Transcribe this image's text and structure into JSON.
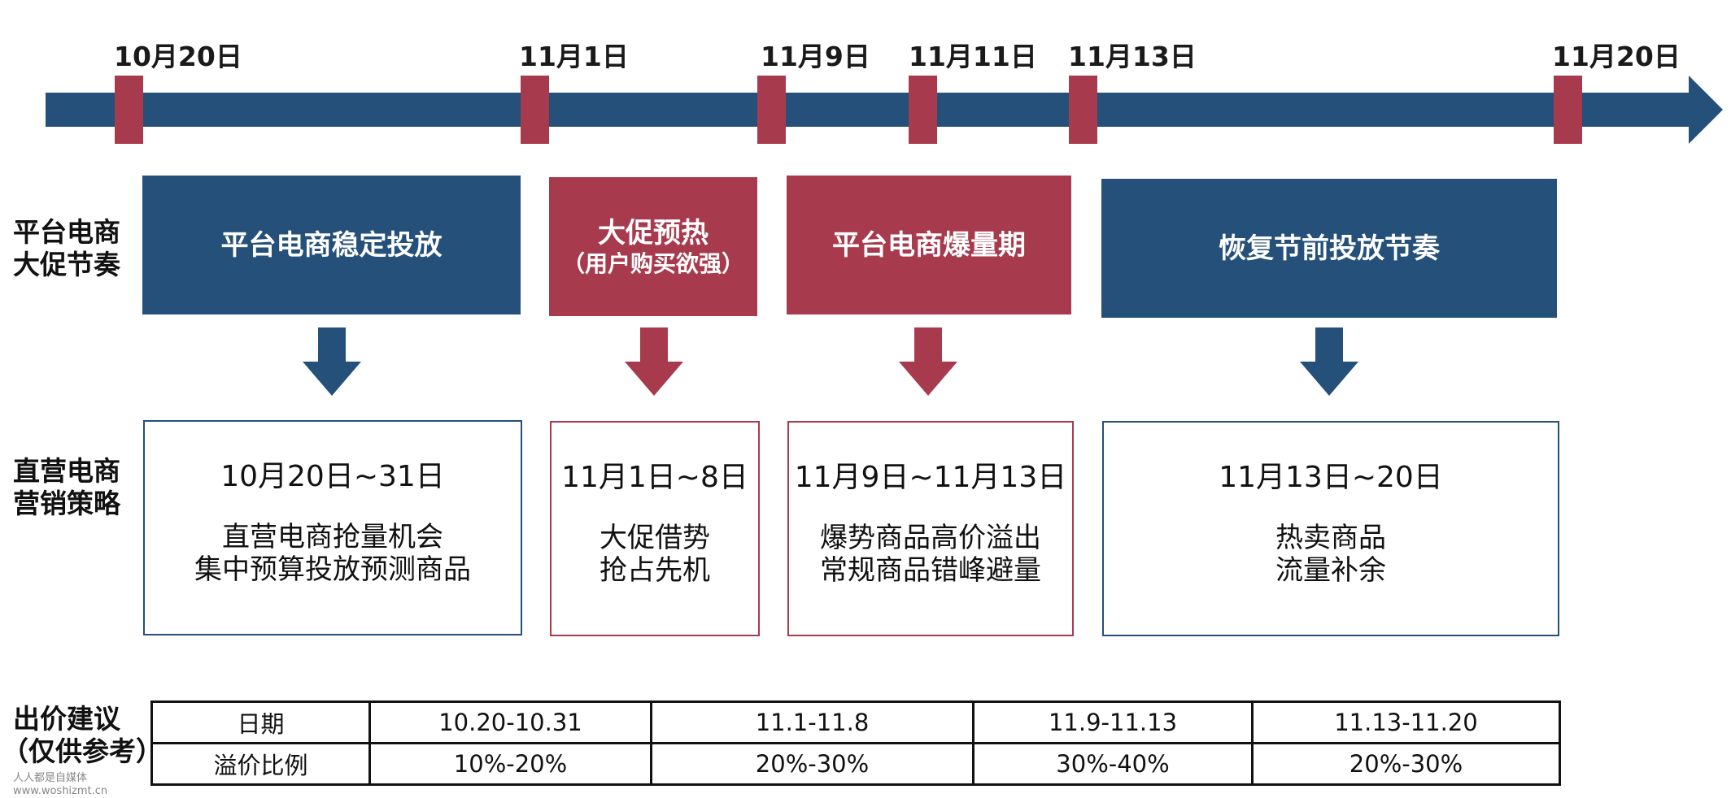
{
  "timeline": {
    "dates": [
      "10月20日",
      "11月1日",
      "11月9日",
      "11月11日",
      "11月13日",
      "11月20日"
    ]
  },
  "rows": {
    "platform_label": [
      "平台电商",
      "大促节奏"
    ],
    "strategy_label": [
      "直营电商",
      "营销策略"
    ],
    "bid_label": [
      "出价建议",
      "（仅供参考）"
    ]
  },
  "phases": [
    {
      "title": "平台电商稳定投放",
      "sub": "",
      "color": "#24507a"
    },
    {
      "title": "大促预热",
      "sub": "（用户购买欲强）",
      "color": "#a83a4e"
    },
    {
      "title": "平台电商爆量期",
      "sub": "",
      "color": "#a83a4e"
    },
    {
      "title": "恢复节前投放节奏",
      "sub": "",
      "color": "#24507a"
    }
  ],
  "strategies": [
    {
      "range": "10月20日~31日",
      "line1": "直营电商抢量机会",
      "line2": "集中预算投放预测商品"
    },
    {
      "range": "11月1日~8日",
      "line1": "大促借势",
      "line2": "抢占先机"
    },
    {
      "range": "11月9日~11月13日",
      "line1": "爆势商品高价溢出",
      "line2": "常规商品错峰避量"
    },
    {
      "range": "11月13日~20日",
      "line1": "热卖商品",
      "line2": "流量补余"
    }
  ],
  "table": {
    "row1": [
      "日期",
      "10.20-10.31",
      "11.1-11.8",
      "11.9-11.13",
      "11.13-11.20"
    ],
    "row2": [
      "溢价比例",
      "10%-20%",
      "20%-30%",
      "30%-40%",
      "20%-30%"
    ]
  },
  "watermark": [
    "人人都是自媒体",
    "www.woshizmt.cn"
  ],
  "colors": {
    "blue": "#24507a",
    "red": "#a83a4e"
  }
}
